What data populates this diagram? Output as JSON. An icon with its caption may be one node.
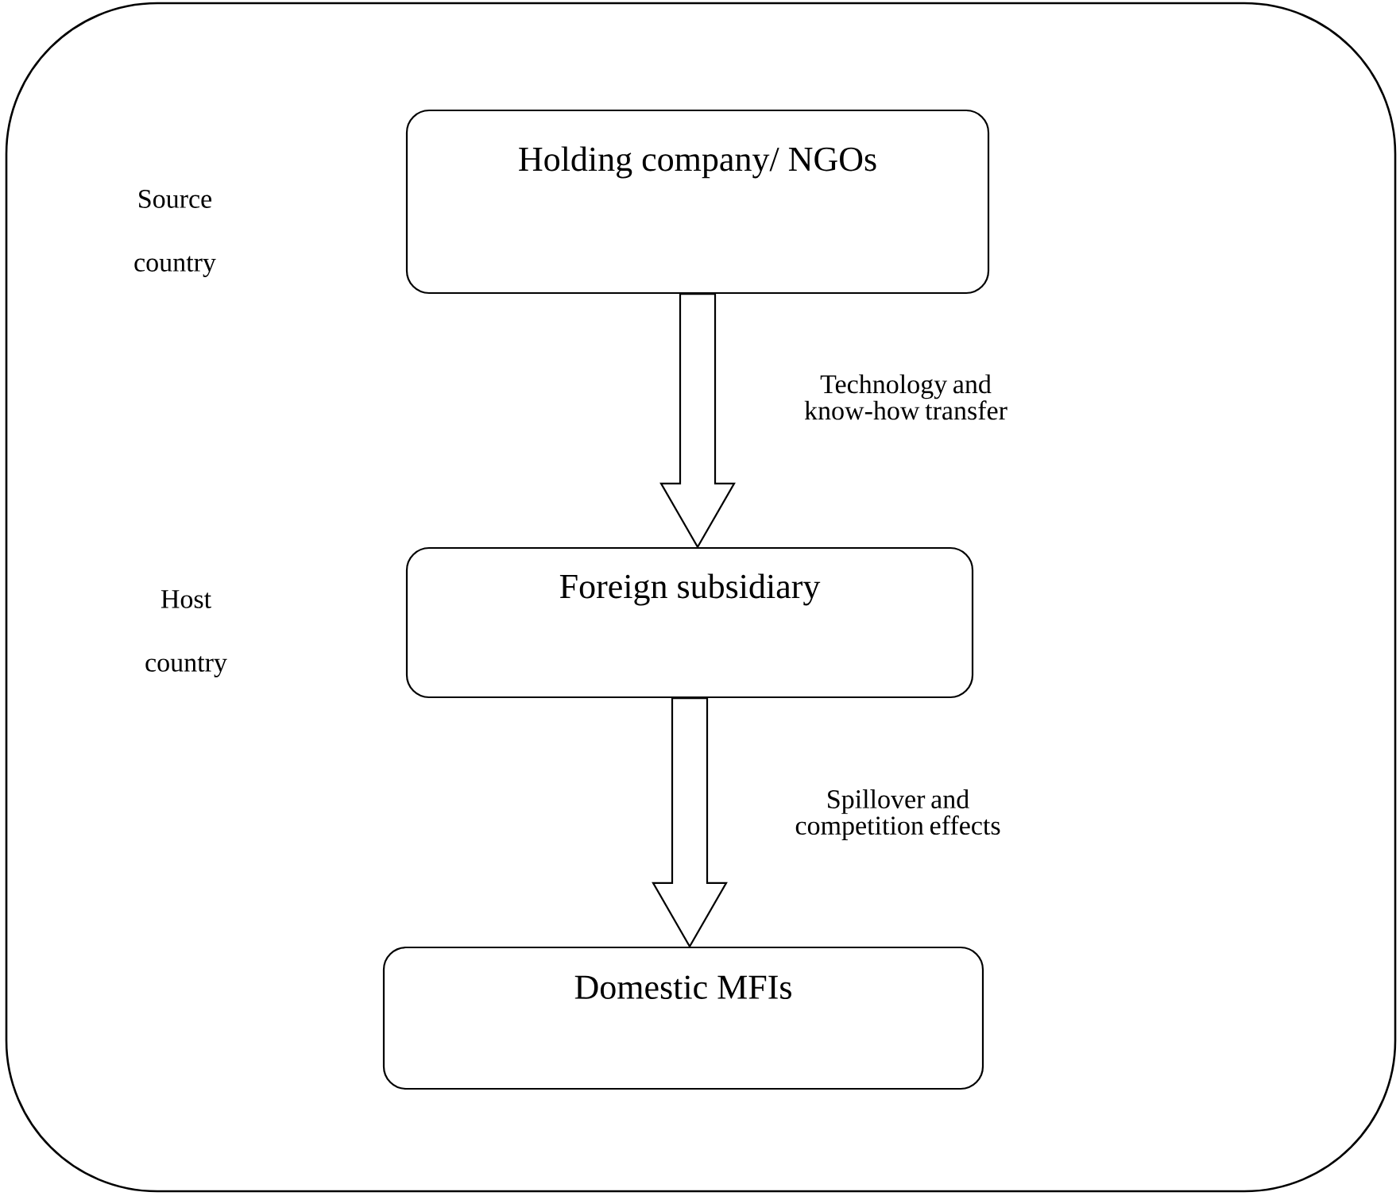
{
  "diagram": {
    "nodes": [
      {
        "text": [
          "Holding company/ NGOs"
        ]
      },
      {
        "text": [
          "Foreign subsidiary"
        ]
      },
      {
        "text": [
          "Domestic MFIs"
        ]
      }
    ],
    "edges": [
      {
        "from": 0,
        "to": 1,
        "arrow": "to",
        "label": "Technology and know-how transfer"
      },
      {
        "from": 1,
        "to": 2,
        "arrow": "to",
        "label": "Spillover and competition effects"
      }
    ],
    "labels": [
      "Source country",
      "Host country"
    ]
  }
}
